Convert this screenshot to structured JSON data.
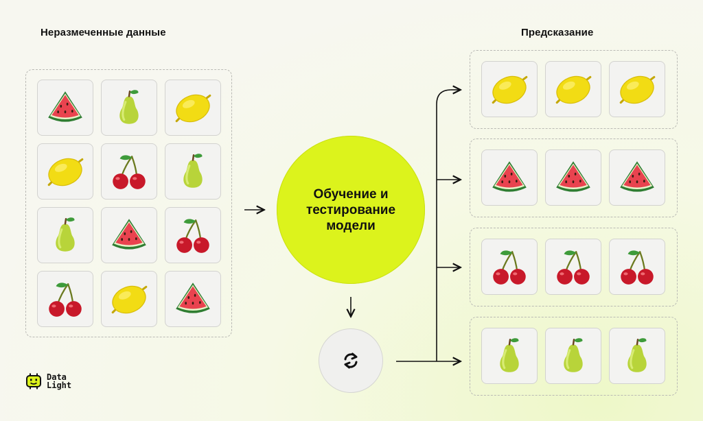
{
  "input_title": "Неразмеченные данные",
  "output_title": "Предсказание",
  "process_label": "Обучение и\nтестирование\nмодели",
  "input_grid": [
    [
      "watermelon",
      "pear",
      "lemon"
    ],
    [
      "lemon",
      "cherry",
      "pear"
    ],
    [
      "pear",
      "watermelon",
      "cherry"
    ],
    [
      "cherry",
      "lemon",
      "watermelon"
    ]
  ],
  "predictions": [
    {
      "fruit": "lemon",
      "count": 3
    },
    {
      "fruit": "watermelon",
      "count": 3
    },
    {
      "fruit": "cherry",
      "count": 3
    },
    {
      "fruit": "pear",
      "count": 3
    }
  ],
  "colors": {
    "accent": "#dcf31c",
    "tile_bg": "#f3f3f1",
    "dashed_border": "#b9b9b4"
  },
  "icons": {
    "refresh": "refresh-icon",
    "arrow": "arrow-right-icon"
  },
  "logo": {
    "text": "Data\nLight"
  }
}
